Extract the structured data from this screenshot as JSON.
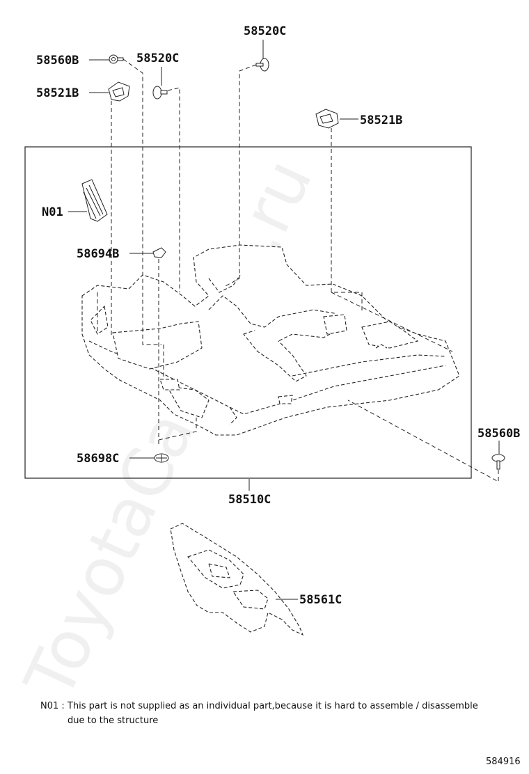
{
  "labels": {
    "p58560B_top": "58560B",
    "p58520C_left": "58520C",
    "p58520C_top": "58520C",
    "p58521B_left": "58521B",
    "p58521B_right": "58521B",
    "pN01": "N01",
    "p58694B": "58694B",
    "p58698C": "58698C",
    "p58560B_right": "58560B",
    "p58510C": "58510C",
    "p58561C": "58561C"
  },
  "note": {
    "line1": "N01 : This part is not supplied as an individual part,because it is hard to assemble / disassemble",
    "line2": "due to the structure"
  },
  "diagram_ref": "584916",
  "watermark": "ToyotaCarMine.ru"
}
